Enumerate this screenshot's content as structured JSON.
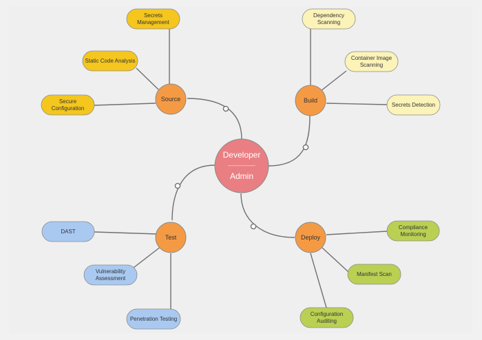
{
  "colors": {
    "background": "#efefef",
    "line": "#707070",
    "center_fill": "#e97f83",
    "hub_fill": "#f59a44",
    "source_leaf": "#f4c61e",
    "build_leaf": "#fbf3b8",
    "test_leaf": "#a9c9f1",
    "deploy_leaf": "#b9d053"
  },
  "center": {
    "line1": "Developer",
    "divider": "-----------------",
    "line2": "Admin"
  },
  "hubs": {
    "source": "Source",
    "build": "Build",
    "test": "Test",
    "deploy": "Deploy"
  },
  "leaves": {
    "secrets_management": [
      "Secrets",
      "Management"
    ],
    "static_code_analysis": [
      "Static Code Analysis"
    ],
    "secure_configuration": [
      "Secure",
      "Configuration"
    ],
    "dependency_scanning": [
      "Dependency",
      "Scanning"
    ],
    "container_image_scanning": [
      "Container Image",
      "Scanning"
    ],
    "secrets_detection": [
      "Secrets Detection"
    ],
    "dast": [
      "DAST"
    ],
    "vulnerability_assessment": [
      "Vulnerability",
      "Assessment"
    ],
    "penetration_testing": [
      "Penetration Testing"
    ],
    "compliance_monitoring": [
      "Compliance",
      "Monitoring"
    ],
    "manifest_scan": [
      "Manifest Scan"
    ],
    "configuration_auditing": [
      "Configuration",
      "Auditing"
    ]
  }
}
